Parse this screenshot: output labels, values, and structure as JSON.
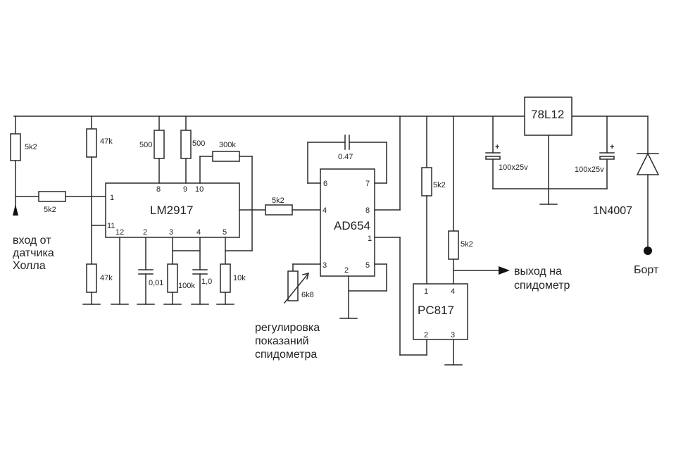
{
  "chips": {
    "lm2917": "LM2917",
    "ad654": "AD654",
    "pc817": "PC817",
    "reg": "78L12"
  },
  "components": {
    "r_in": "5k2",
    "r_series": "5k2",
    "r_div_top": "47k",
    "r_div_bot": "47k",
    "r_500a": "500",
    "r_500b": "500",
    "r_300k": "300k",
    "c_001": "0,01",
    "r_100k": "100k",
    "c_10": "1,0",
    "r_10k": "10k",
    "r_ad_in": "5k2",
    "c_047": "0.47",
    "r_trim": "6k8",
    "r_opto_in": "5k2",
    "r_opto_out": "5k2",
    "c_left": "100x25v",
    "c_right": "100x25v",
    "diode": "1N4007"
  },
  "pins": {
    "lm": [
      "1",
      "11",
      "12",
      "2",
      "3",
      "4",
      "5",
      "8",
      "9",
      "10"
    ],
    "ad": [
      "6",
      "7",
      "4",
      "8",
      "1",
      "3",
      "2",
      "5"
    ],
    "pc": [
      "1",
      "4",
      "2",
      "3"
    ]
  },
  "labels": {
    "input_lines": [
      "вход от",
      "датчика",
      "Холла"
    ],
    "output_lines": [
      "выход на",
      "спидометр"
    ],
    "adjust_lines": [
      "регулировка",
      "показаний",
      "спидометра"
    ],
    "supply": "Борт",
    "plus": "+"
  }
}
